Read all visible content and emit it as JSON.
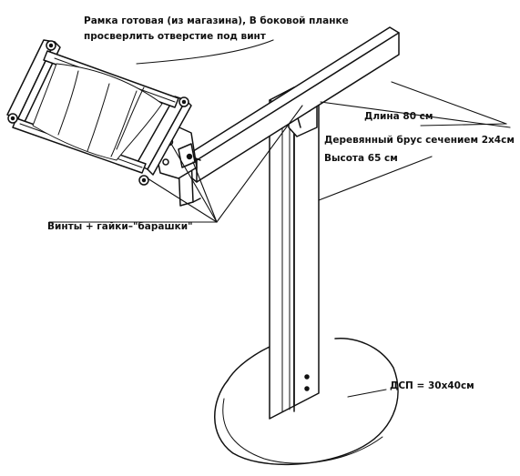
{
  "labels": {
    "frame_line1": "Рамка готовая (из магазина), В боковой планке",
    "frame_line2": "просверлить отверстие под винт",
    "length": "Длина 80 см",
    "beam_section": "Деревянный брус сечением 2х4см",
    "height": "Высота 65 см",
    "screws": "Винты + гайки–\"барашки\"",
    "base": "ДСП = 30х40см"
  }
}
